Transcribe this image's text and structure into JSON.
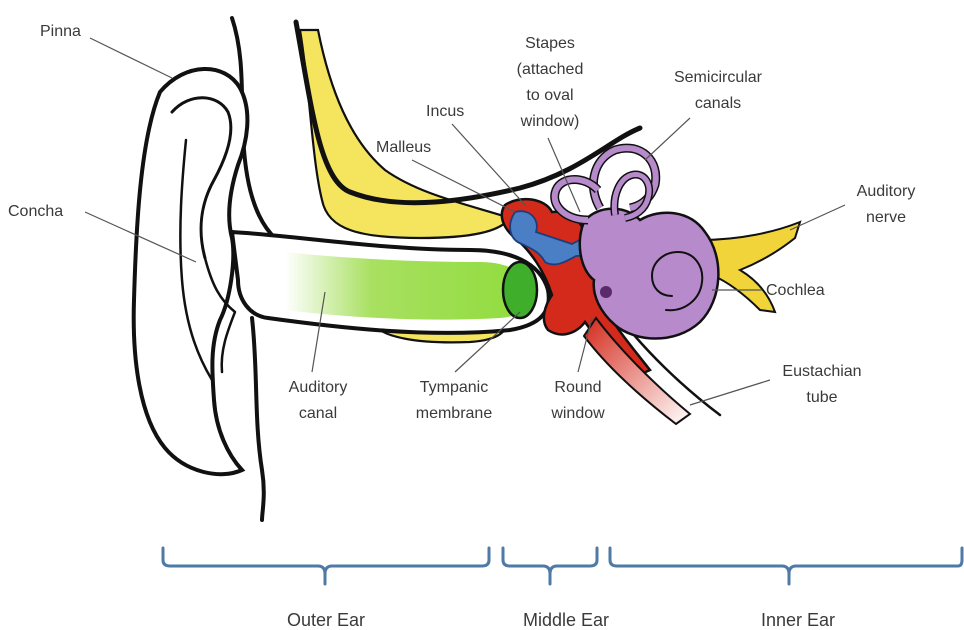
{
  "labels": {
    "pinna": "Pinna",
    "concha": "Concha",
    "malleus": "Malleus",
    "incus": "Incus",
    "stapes_1": "Stapes",
    "stapes_2": "(attached",
    "stapes_3": "to oval",
    "stapes_4": "window)",
    "semicircular_1": "Semicircular",
    "semicircular_2": "canals",
    "nerve_1": "Auditory",
    "nerve_2": "nerve",
    "cochlea": "Cochlea",
    "eustachian_1": "Eustachian",
    "eustachian_2": "tube",
    "canal_1": "Auditory",
    "canal_2": "canal",
    "tympanic_1": "Tympanic",
    "tympanic_2": "membrane",
    "round_1": "Round",
    "round_2": "window"
  },
  "sections": {
    "outer": "Outer Ear",
    "middle": "Middle Ear",
    "inner": "Inner Ear"
  },
  "colors": {
    "bone": "#f3e35a",
    "canal": "#8fdc3c",
    "membrane": "#3fae2a",
    "middle_ear": "#d42a1c",
    "ossicles": "#4a7fc6",
    "cochlea": "#b68acb",
    "nerve": "#f0d43a",
    "bracket": "#4e7aa6"
  }
}
